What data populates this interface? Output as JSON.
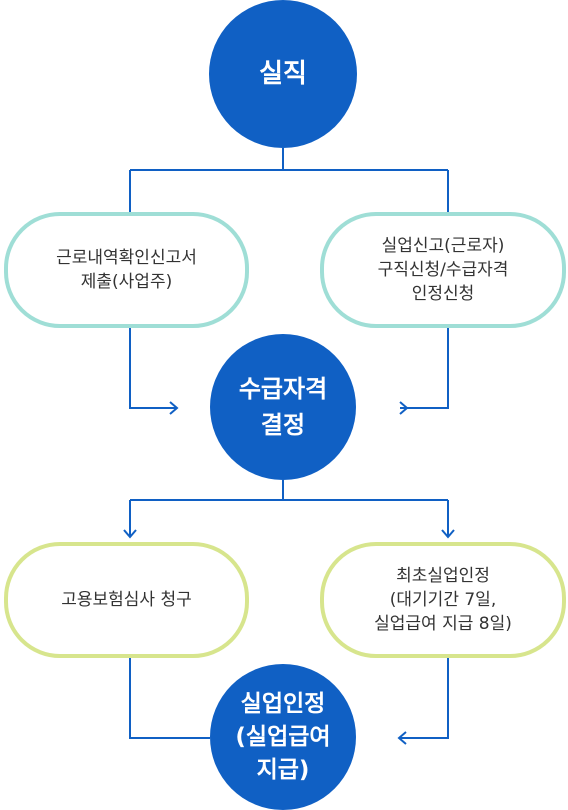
{
  "diagram": {
    "nodes": {
      "start": "실직",
      "left_top": "근로내역확인신고서\n제출(사업주)",
      "right_top": "실업신고(근로자)\n구직신청/수급자격\n인정신청",
      "decision": "수급자격\n결정",
      "left_bottom": "고용보험심사 청구",
      "right_bottom": "최초실업인정\n(대기기간 7일,\n실업급여 지급 8일)",
      "end": "실업인정\n(실업급여\n지급)"
    },
    "colors": {
      "circle_fill": "#1060c4",
      "connector": "#1060c4",
      "teal_border": "#9fded6",
      "lime_border": "#d7e58d"
    }
  }
}
